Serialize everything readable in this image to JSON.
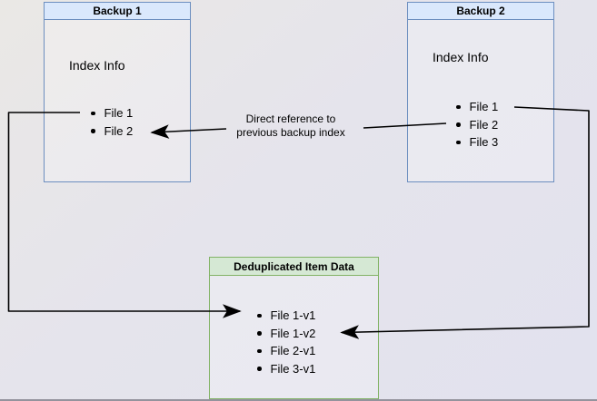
{
  "diagram": {
    "boxes": {
      "backup1": {
        "title": "Backup 1",
        "section_label": "Index Info",
        "items": [
          "File 1",
          "File 2"
        ]
      },
      "backup2": {
        "title": "Backup 2",
        "section_label": "Index Info",
        "items": [
          "File 1",
          "File 2",
          "File 3"
        ]
      },
      "dedup": {
        "title": "Deduplicated Item Data",
        "items": [
          "File 1-v1",
          "File 1-v2",
          "File 2-v1",
          "File 3-v1"
        ]
      }
    },
    "annotation": {
      "line1": "Direct reference to",
      "line2": "previous backup index"
    },
    "edges": [
      {
        "from": "backup2.File 2",
        "to": "backup1.File 2",
        "label": "Direct reference to previous backup index"
      },
      {
        "from": "backup1.File 1",
        "to": "dedup.File 1-v1",
        "label": ""
      },
      {
        "from": "backup2.File 1",
        "to": "dedup.File 1-v2",
        "label": ""
      }
    ],
    "colors": {
      "blue_fill": "#dae8fc",
      "blue_border": "#6c8ebf",
      "green_fill": "#d5e8d4",
      "green_border": "#82b366",
      "line": "#000000",
      "background": "#e4e4ec"
    }
  }
}
